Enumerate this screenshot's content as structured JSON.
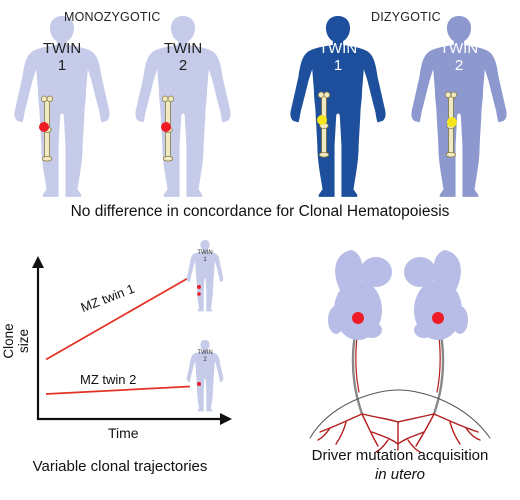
{
  "top": {
    "mz_title": "MONOZYGOTIC",
    "dz_title": "DIZYGOTIC",
    "twin_word": "TWIN",
    "twin_1": "1",
    "twin_2": "2",
    "headline": "No difference in concordance for Clonal Hematopoiesis"
  },
  "chart": {
    "ylabel": "Clone size",
    "xlabel": "Time",
    "line1_label": "MZ twin 1",
    "line2_label": "MZ twin 2",
    "small_twin_word": "TWIN",
    "caption": "Variable clonal trajectories"
  },
  "chart_data": {
    "type": "line",
    "xlabel": "Time",
    "ylabel": "Clone size",
    "series": [
      {
        "name": "MZ twin 1",
        "x": [
          0,
          1
        ],
        "y": [
          0.35,
          0.9
        ]
      },
      {
        "name": "MZ twin 2",
        "x": [
          0,
          1
        ],
        "y": [
          0.12,
          0.17
        ]
      }
    ]
  },
  "fetus": {
    "caption_line1": "Driver mutation acquisition",
    "caption_line2": "in utero"
  },
  "colors": {
    "mz_figure": "#c5cbe8",
    "dz_twin1": "#1d4f9c",
    "dz_twin2": "#8d98cf",
    "mz_dot": "#ee1c24",
    "dz_dot": "#f5e51a",
    "line": "#e53227",
    "vessel": "#b31d1d",
    "fetus": "#b7bde6"
  }
}
